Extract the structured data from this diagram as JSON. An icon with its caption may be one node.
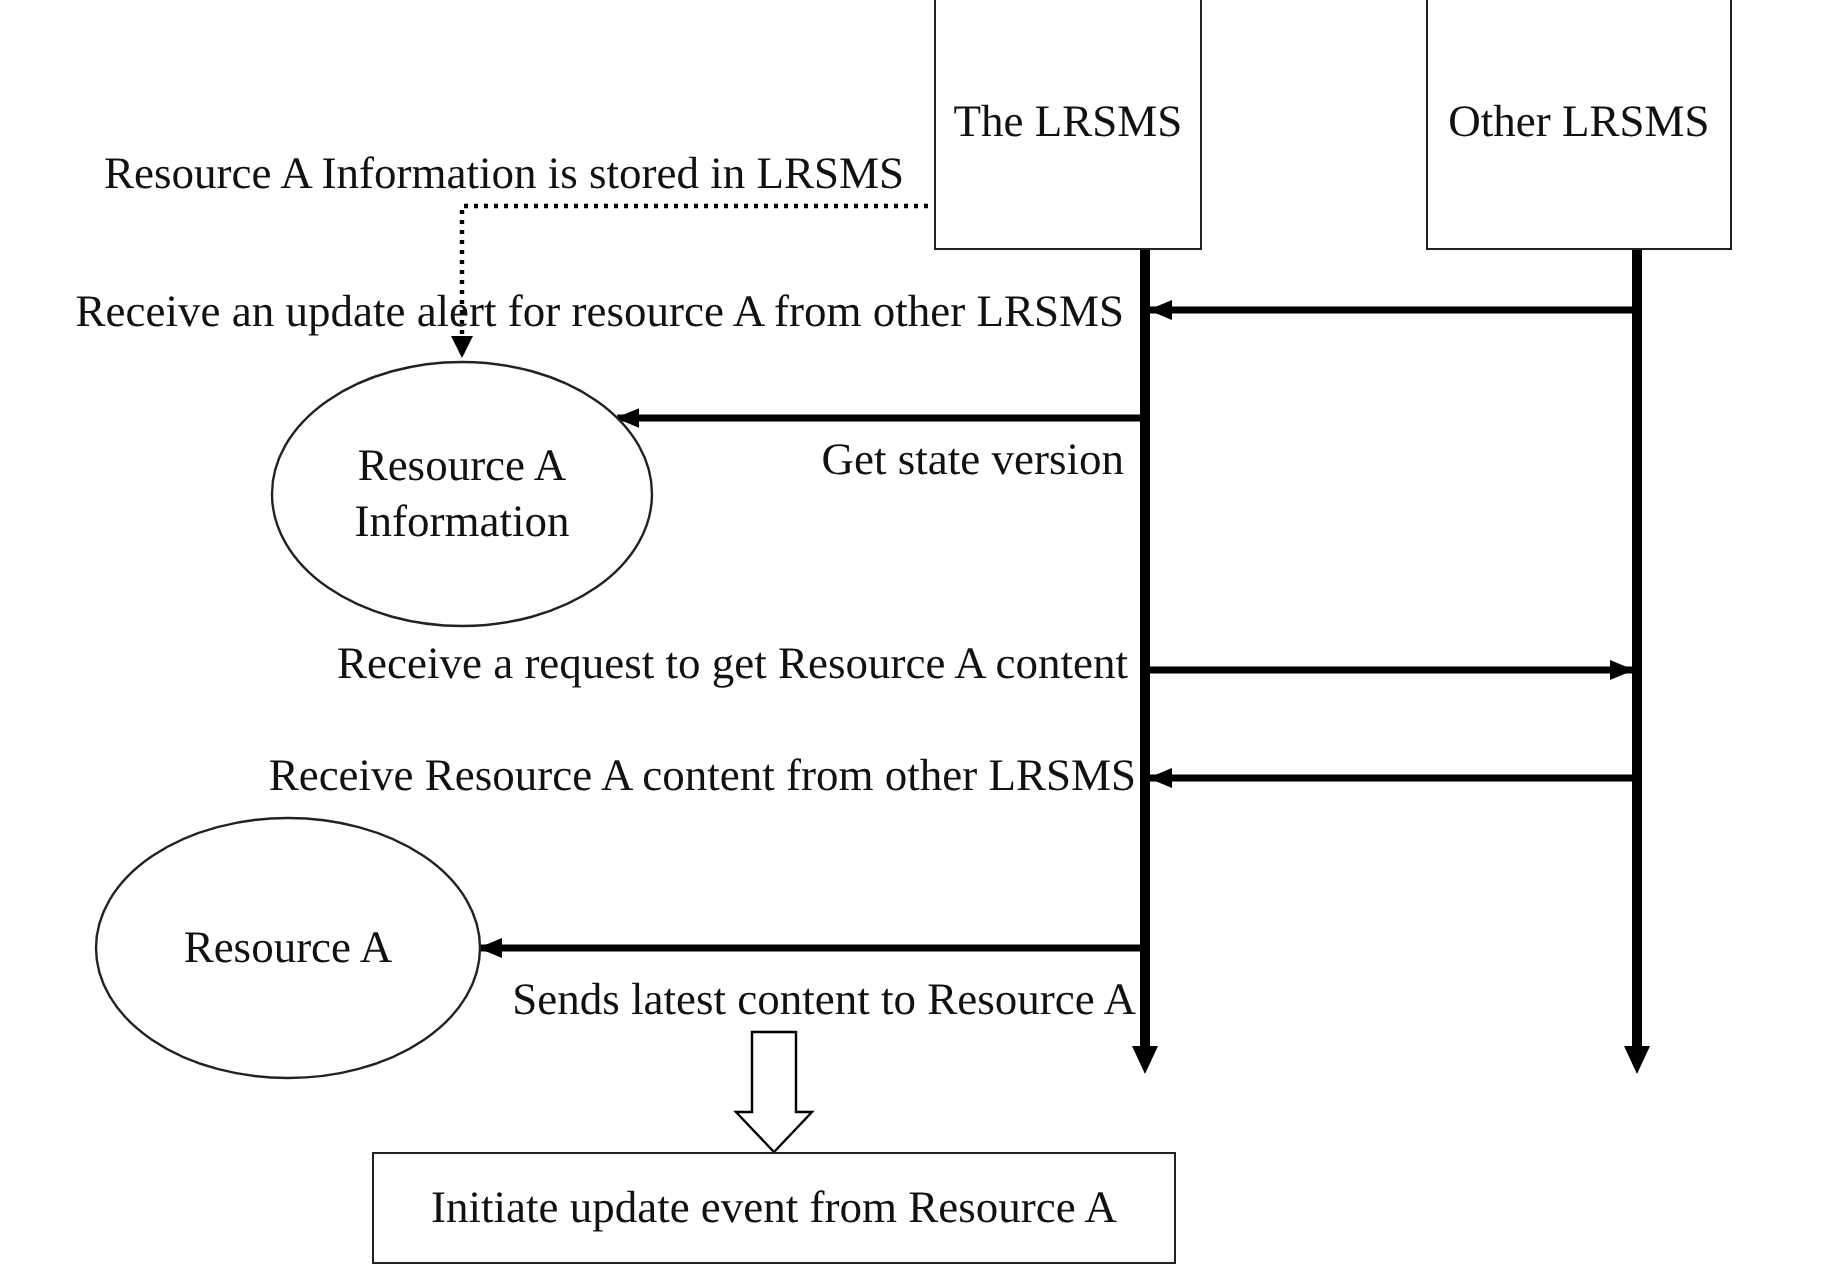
{
  "diagram": {
    "nodes": [
      {
        "text": [
          "The LRSMS"
        ]
      },
      {
        "text": [
          "Other LRSMS"
        ]
      },
      {
        "text": [
          "Resource A Information is stored in LRSMS"
        ]
      },
      {
        "text": [
          "Resource A Information"
        ]
      },
      {
        "text": [
          "Resource A"
        ]
      },
      {
        "text": [
          "Initiate update event from Resource A"
        ]
      },
      {
        "text": [],
        "shape": "bar"
      },
      {
        "text": [],
        "shape": "bar"
      }
    ],
    "edges": [
      {
        "from": 2,
        "to": 3,
        "arrow": "to",
        "style": "dashed"
      },
      {
        "from": 7,
        "to": 6,
        "arrow": "to",
        "label": "Receive an update alert for resource A from other LRSMS"
      },
      {
        "from": 6,
        "to": 3,
        "arrow": "to",
        "label": "Get state version"
      },
      {
        "from": 6,
        "to": 7,
        "arrow": "to",
        "label": "Receive a request to get Resource A content"
      },
      {
        "from": 7,
        "to": 6,
        "arrow": "to",
        "label": "Receive Resource A content from other LRSMS"
      },
      {
        "from": 6,
        "to": 4,
        "arrow": "to",
        "label": "Sends latest content to Resource A"
      },
      {
        "from": null,
        "to": 5,
        "arrow": "to",
        "style": "thick"
      }
    ]
  }
}
